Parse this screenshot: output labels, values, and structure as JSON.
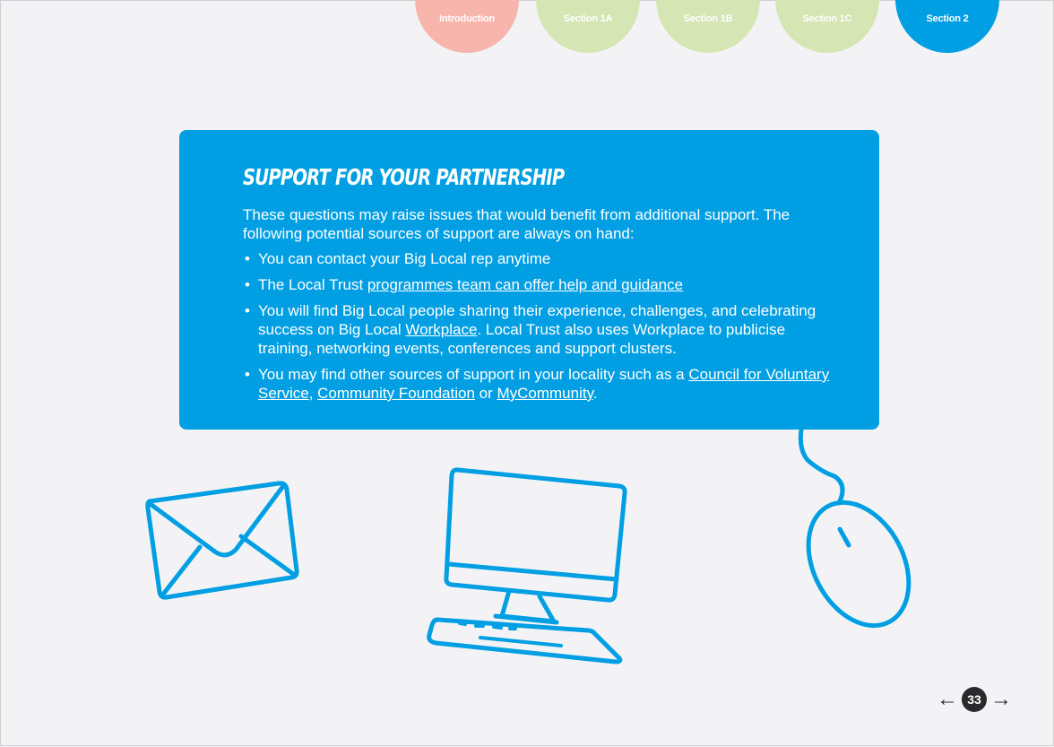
{
  "nav": {
    "tabs": [
      {
        "label": "Introduction",
        "color": "#f7b5ac"
      },
      {
        "label": "Section 1A",
        "color": "#d5e5b4"
      },
      {
        "label": "Section 1B",
        "color": "#d5e5b4"
      },
      {
        "label": "Section 1C",
        "color": "#d5e5b4"
      },
      {
        "label": "Section 2",
        "color": "#009fe3",
        "active": true
      }
    ]
  },
  "panel": {
    "title": "SUPPORT FOR YOUR PARTNERSHIP",
    "intro": "These questions may raise issues that would benefit from additional support. The following potential sources of support are always on hand:",
    "b1": "You can contact your Big Local rep anytime",
    "b2_pre": "The Local Trust ",
    "b2_link": "programmes team can offer help and guidance",
    "b3_pre": "You will find Big Local people sharing their experience, challenges, and celebrating success on Big Local ",
    "b3_link": "Workplace",
    "b3_post": ". Local Trust also uses Workplace to publicise training, networking events, conferences and support clusters.",
    "b4_pre": "You may find other sources of support in your locality such as a ",
    "b4_link1": "Council for Voluntary Service",
    "b4_sep": ", ",
    "b4_link2": "Community Foundation",
    "b4_or": " or ",
    "b4_link3": "MyCommunity",
    "b4_end": "."
  },
  "pager": {
    "prev": "←",
    "page": "33",
    "next": "→"
  },
  "colors": {
    "accent": "#009fe3",
    "background": "#f3f3f5"
  }
}
